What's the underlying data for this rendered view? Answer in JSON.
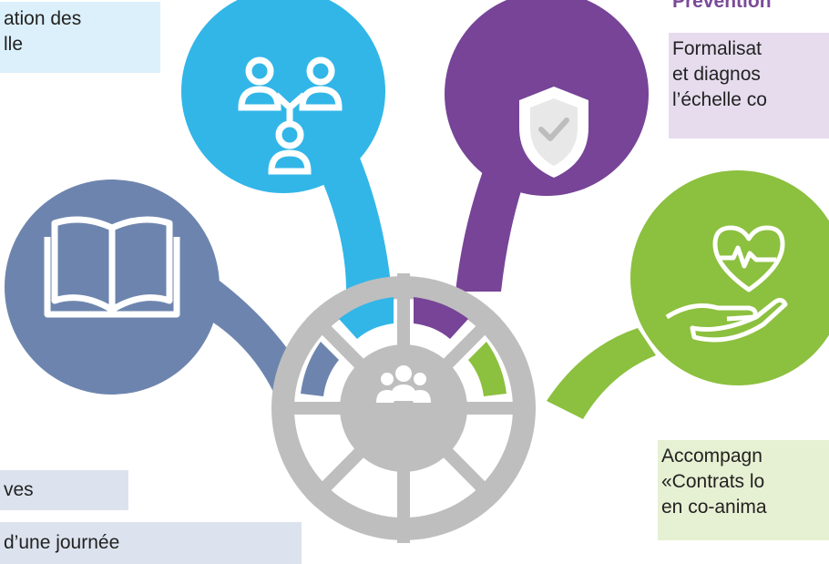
{
  "heading_top_right": "Prévention",
  "text_boxes": {
    "top_left": [
      "ation des",
      "lle"
    ],
    "top_right": [
      "Formalisat",
      "et diagnos",
      "l’échelle co"
    ],
    "bottom_left_1": [
      "ves"
    ],
    "bottom_left_2": [
      "d’une journée"
    ],
    "bottom_right": [
      "Accompagn",
      "«Contrats lo",
      "en co-anima"
    ]
  },
  "colors": {
    "blue_slate": "#6d85ae",
    "sky_blue": "#32b6e8",
    "purple": "#774497",
    "green": "#8cc03f",
    "hub_grey": "#bebebe",
    "ring_white": "#ffffff",
    "textbox_blue": "#dcf0fb",
    "textbox_purple": "#e6dcee",
    "textbox_green": "#e6f0d2",
    "textbox_slate": "#dce3ee"
  },
  "nodes": [
    {
      "name": "book-node",
      "icon": "book-icon",
      "color": "blue_slate"
    },
    {
      "name": "network-node",
      "icon": "people-network-icon",
      "color": "sky_blue"
    },
    {
      "name": "shield-node",
      "icon": "shield-check-icon",
      "color": "purple"
    },
    {
      "name": "health-node",
      "icon": "heart-hand-icon",
      "color": "green"
    }
  ],
  "hub": {
    "icon": "group-icon"
  }
}
